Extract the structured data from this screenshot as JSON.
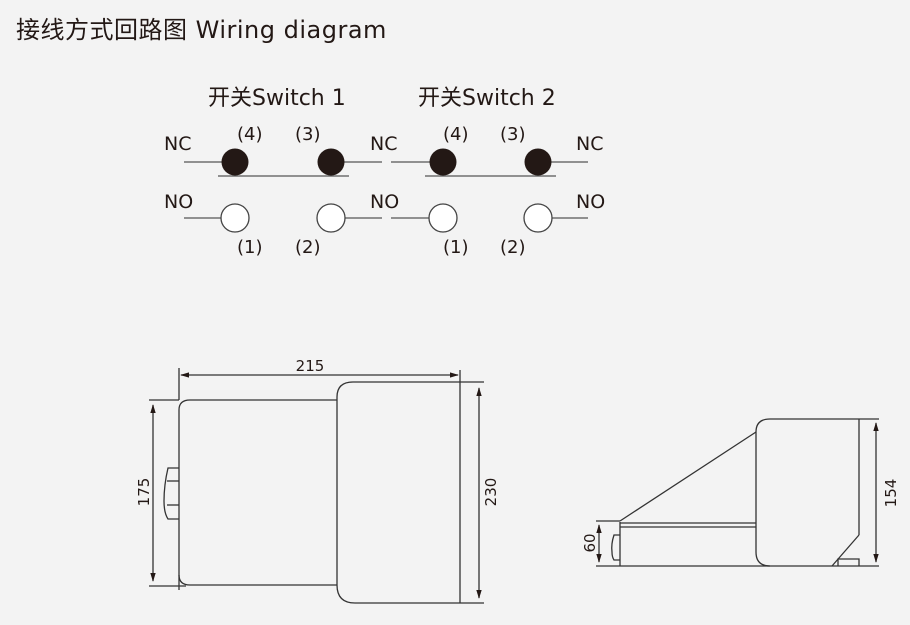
{
  "page": {
    "title": "接线方式回路图 Wiring diagram"
  },
  "wiring": {
    "switches": [
      {
        "title": "开关Switch 1",
        "nc_left": "NC",
        "nc_right": "NC",
        "no_left": "NO",
        "no_right": "NO",
        "pins_top": [
          "(4)",
          "(3)"
        ],
        "pins_bottom": [
          "(1)",
          "(2)"
        ]
      },
      {
        "title": "开关Switch 2",
        "nc_left": "NC",
        "nc_right": "NC",
        "no_left": "NO",
        "no_right": "NO",
        "pins_top": [
          "(4)",
          "(3)"
        ],
        "pins_bottom": [
          "(1)",
          "(2)"
        ]
      }
    ],
    "contact_colors": {
      "closed": "#231815",
      "open": "#ffffff"
    }
  },
  "drawings": {
    "top_view": {
      "width_label": "215",
      "left_height_label": "175",
      "right_height_label": "230"
    },
    "side_view": {
      "base_height_label": "60",
      "total_height_label": "154"
    }
  }
}
